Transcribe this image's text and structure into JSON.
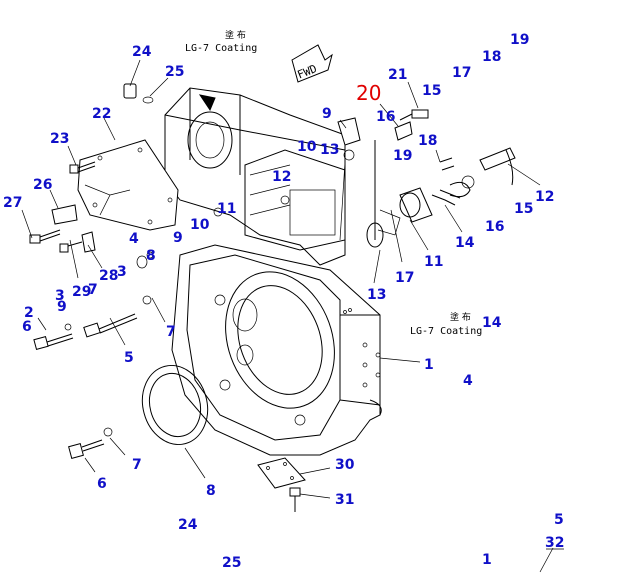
{
  "notes": {
    "coating_top_jp": "塗 布",
    "coating_top": "LG-7 Coating",
    "coating_mid_jp": "塗 布",
    "coating_mid": "LG-7 Coating",
    "fwd": "FWD"
  },
  "callouts": {
    "c24a": "24",
    "c25a": "25",
    "c20": "20",
    "c19a": "19",
    "c18a": "18",
    "c17a": "17",
    "c21": "21",
    "c15a": "15",
    "c9a": "9",
    "c16a": "16",
    "c22": "22",
    "c23": "23",
    "c10a": "10",
    "c13a": "13",
    "c18b": "18",
    "c19b": "19",
    "c12a": "12",
    "c26": "26",
    "c27": "27",
    "c11a": "11",
    "c10b": "10",
    "c15b": "15",
    "c12b": "12",
    "c9b": "9",
    "c4a": "4",
    "c8a": "8",
    "c3a": "3",
    "c16b": "16",
    "c29": "29",
    "c7a": "7",
    "c28": "28",
    "c14a": "14",
    "c11b": "11",
    "c3b": "3",
    "c17b": "17",
    "c9c": "9",
    "c2": "2",
    "c6a": "6",
    "c13b": "13",
    "c14b": "14",
    "c7b": "7",
    "c5a": "5",
    "c1a": "1",
    "c4b": "4",
    "c7c": "7",
    "c6b": "6",
    "c8b": "8",
    "c30": "30",
    "c31": "31",
    "c24b": "24",
    "c5b": "5",
    "c32": "32",
    "c25b": "25",
    "c1b": "1"
  }
}
